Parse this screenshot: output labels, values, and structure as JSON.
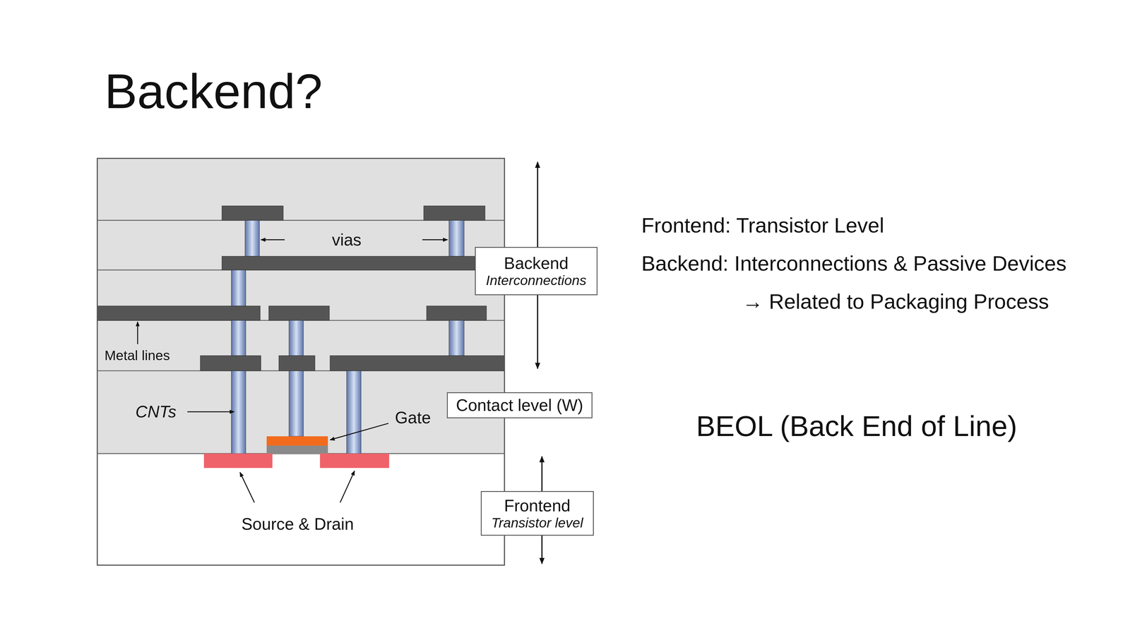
{
  "diagram": {
    "title": "Backend?",
    "nodes": [
      {
        "text": [
          "Backend",
          "Interconnections"
        ]
      },
      {
        "text": [
          "Contact level (W)"
        ]
      },
      {
        "text": [
          "Frontend",
          "Transistor level"
        ]
      }
    ],
    "labels": [
      "vias",
      "Metal lines",
      "CNTs",
      "Gate",
      "Source & Drain",
      "Frontend: Transistor Level",
      "Backend: Interconnections & Passive Devices",
      "→ Related to Packaging Process",
      "BEOL (Back End of Line)"
    ]
  }
}
